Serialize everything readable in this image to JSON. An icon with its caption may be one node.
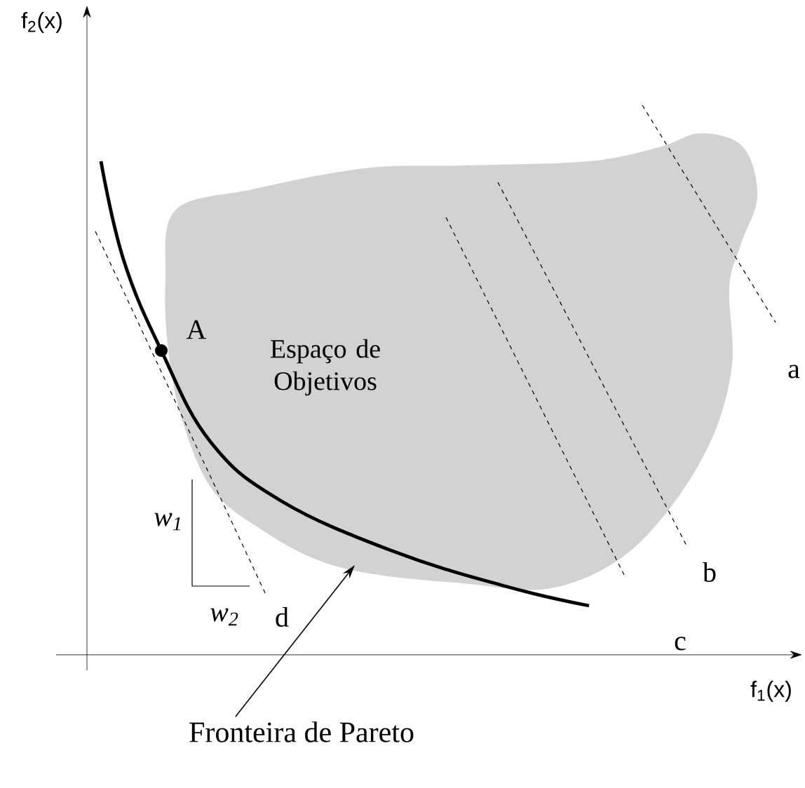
{
  "diagram": {
    "nodes": [
      {
        "text": [
          "Espaço de Objetivos"
        ]
      },
      {
        "text": [
          "Fronteira de Pareto"
        ]
      }
    ],
    "edges": [
      {
        "from": 1,
        "to": 0,
        "arrow": "to"
      }
    ],
    "labels": [
      "f$_{2}$(x)",
      "A",
      "a",
      "w$_{1}$",
      "b",
      "w$_{2}$",
      "d",
      "c",
      "f$_{1}$(x)"
    ]
  }
}
